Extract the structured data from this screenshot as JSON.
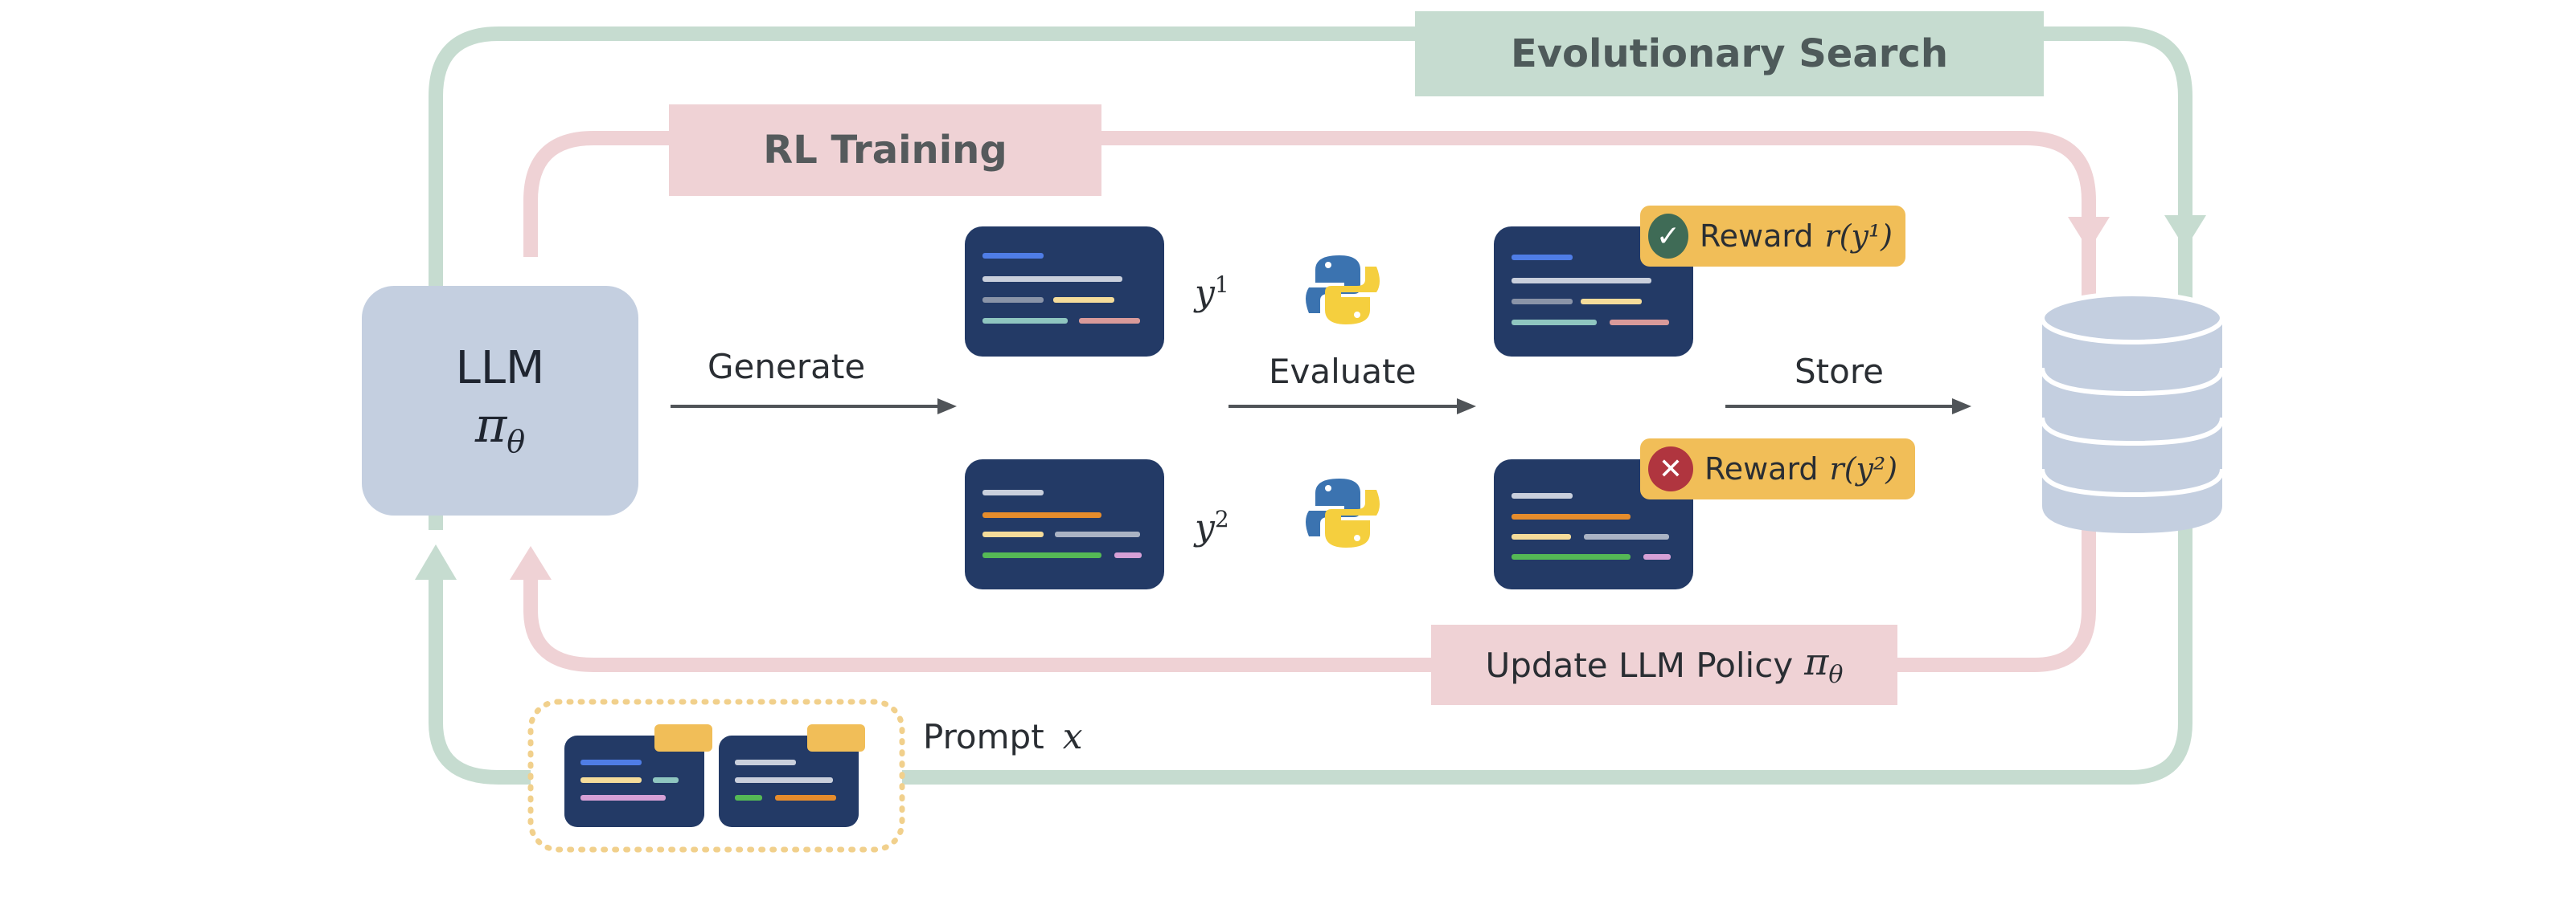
{
  "evolutionary_search_label": "Evolutionary Search",
  "rl_training_label": "RL Training",
  "llm": {
    "title": "LLM",
    "policy_symbol": "π",
    "policy_subscript": "θ"
  },
  "steps": {
    "generate": "Generate",
    "evaluate": "Evaluate",
    "store": "Store"
  },
  "samples": [
    {
      "symbol": "y",
      "superscript": "1"
    },
    {
      "symbol": "y",
      "superscript": "2"
    }
  ],
  "rewards": [
    {
      "label": "Reward",
      "expression": "r(y¹)",
      "status": "pass",
      "status_icon": "check-icon"
    },
    {
      "label": "Reward",
      "expression": "r(y²)",
      "status": "fail",
      "status_icon": "x-icon"
    }
  ],
  "update": {
    "label": "Update LLM Policy",
    "symbol": "π",
    "subscript": "θ"
  },
  "prompt": {
    "label": "Prompt",
    "symbol": "x"
  },
  "colors": {
    "green_loop": "#c6dcd0",
    "pink_loop": "#efd2d5",
    "llm_box": "#c4cfe0",
    "code_card": "#233a66",
    "reward_badge": "#f1be58",
    "check": "#3f6b56",
    "cross": "#b0353f",
    "database": "#c4cfe0",
    "arrow": "#505458",
    "prompt_border": "#f1d08c"
  }
}
